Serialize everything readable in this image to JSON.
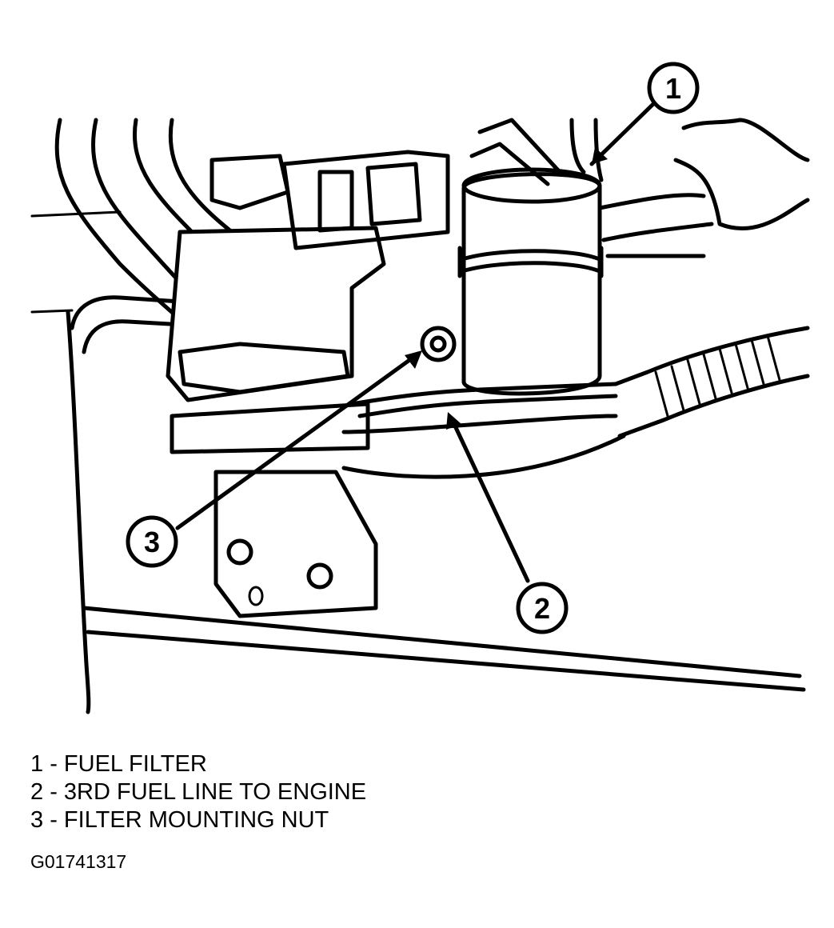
{
  "callouts": [
    {
      "number": "1"
    },
    {
      "number": "2"
    },
    {
      "number": "3"
    }
  ],
  "legend": [
    {
      "number": "1",
      "separator": " - ",
      "label": "FUEL FILTER"
    },
    {
      "number": "2",
      "separator": " - ",
      "label": "3RD FUEL LINE TO ENGINE"
    },
    {
      "number": "3",
      "separator": " - ",
      "label": "FILTER MOUNTING NUT"
    }
  ],
  "figure_id": "G01741317",
  "colors": {
    "ink": "#000000",
    "paper": "#ffffff"
  }
}
